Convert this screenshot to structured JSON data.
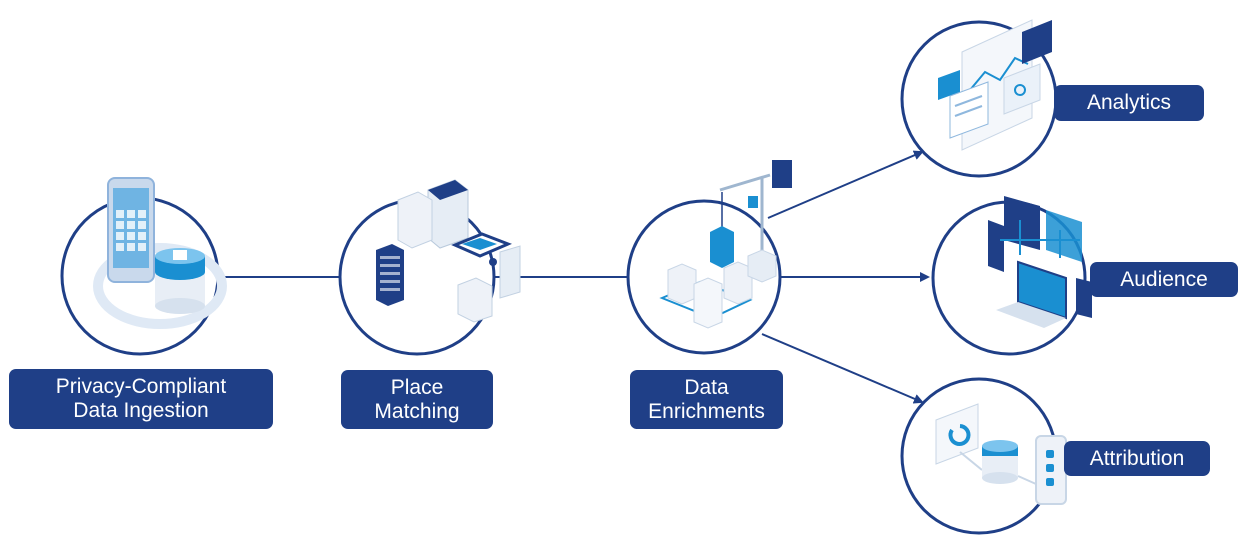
{
  "colors": {
    "accent": "#1f3f87",
    "circle_stroke": "#1f3f87",
    "illustration_blue": "#1a8fd1",
    "illustration_light": "#dfe9f5"
  },
  "nodes": {
    "ingestion": {
      "line1": "Privacy-Compliant",
      "line2": "Data Ingestion",
      "icon": "phone-database-icon"
    },
    "matching": {
      "line1": "Place",
      "line2": "Matching",
      "icon": "city-buildings-icon"
    },
    "enrichments": {
      "line1": "Data",
      "line2": "Enrichments",
      "icon": "crane-blocks-icon"
    },
    "analytics": {
      "label": "Analytics",
      "icon": "dashboard-charts-icon"
    },
    "audience": {
      "label": "Audience",
      "icon": "laptop-screens-icon"
    },
    "attribution": {
      "label": "Attribution",
      "icon": "phone-attribution-icon"
    }
  }
}
